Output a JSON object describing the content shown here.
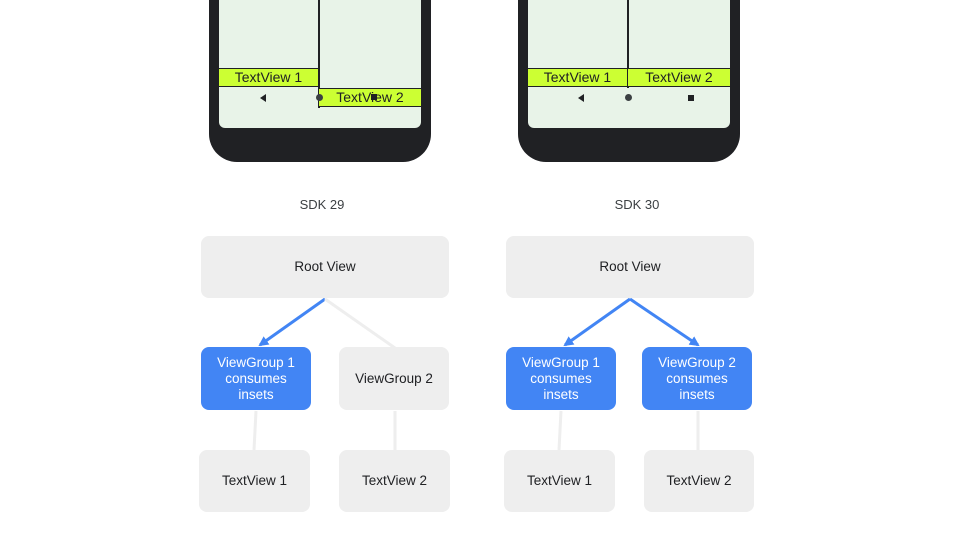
{
  "left": {
    "caption": "SDK 29",
    "phone": {
      "tv1": "TextView 1",
      "tv2": "TextView 2"
    },
    "tree": {
      "root": "Root View",
      "vg1": [
        "ViewGroup 1",
        "consumes",
        "insets"
      ],
      "vg2": "ViewGroup 2",
      "tv1": "TextView 1",
      "tv2": "TextView 2"
    }
  },
  "right": {
    "caption": "SDK 30",
    "phone": {
      "tv1": "TextView 1",
      "tv2": "TextView 2"
    },
    "tree": {
      "root": "Root View",
      "vg1": [
        "ViewGroup 1",
        "consumes",
        "insets"
      ],
      "vg2": [
        "ViewGroup 2",
        "consumes",
        "insets"
      ],
      "tv1": "TextView 1",
      "tv2": "TextView 2"
    }
  },
  "colors": {
    "accent": "#4285f4",
    "highlight": "#ccff33",
    "box": "#eeeeee"
  }
}
